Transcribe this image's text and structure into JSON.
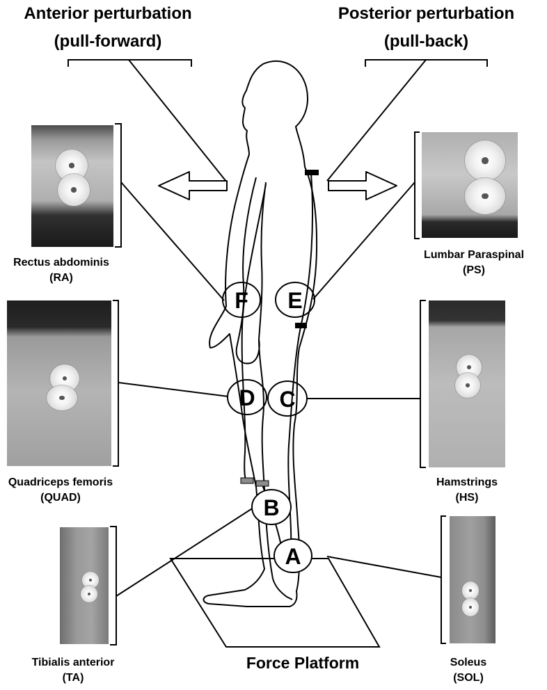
{
  "headings": {
    "anterior_line1": "Anterior perturbation",
    "anterior_line2": "(pull-forward)",
    "posterior_line1": "Posterior perturbation",
    "posterior_line2": "(pull-back)"
  },
  "platform_label": "Force Platform",
  "muscle_sites": [
    {
      "letter": "A",
      "name": "Soleus",
      "abbr": "(SOL)"
    },
    {
      "letter": "B",
      "name": "Tibialis anterior",
      "abbr": "(TA)"
    },
    {
      "letter": "C",
      "name": "Hamstrings",
      "abbr": "(HS)"
    },
    {
      "letter": "D",
      "name": "Quadriceps femoris",
      "abbr": "(QUAD)"
    },
    {
      "letter": "E",
      "name": "Lumbar Paraspinal",
      "abbr": "(PS)"
    },
    {
      "letter": "F",
      "name": "Rectus abdominis",
      "abbr": "(RA)"
    }
  ],
  "colors": {
    "line": "#000000",
    "sensor_grey": "#8c8c8c",
    "photo_skin": "#b8b8b8",
    "photo_dark": "#262626"
  }
}
